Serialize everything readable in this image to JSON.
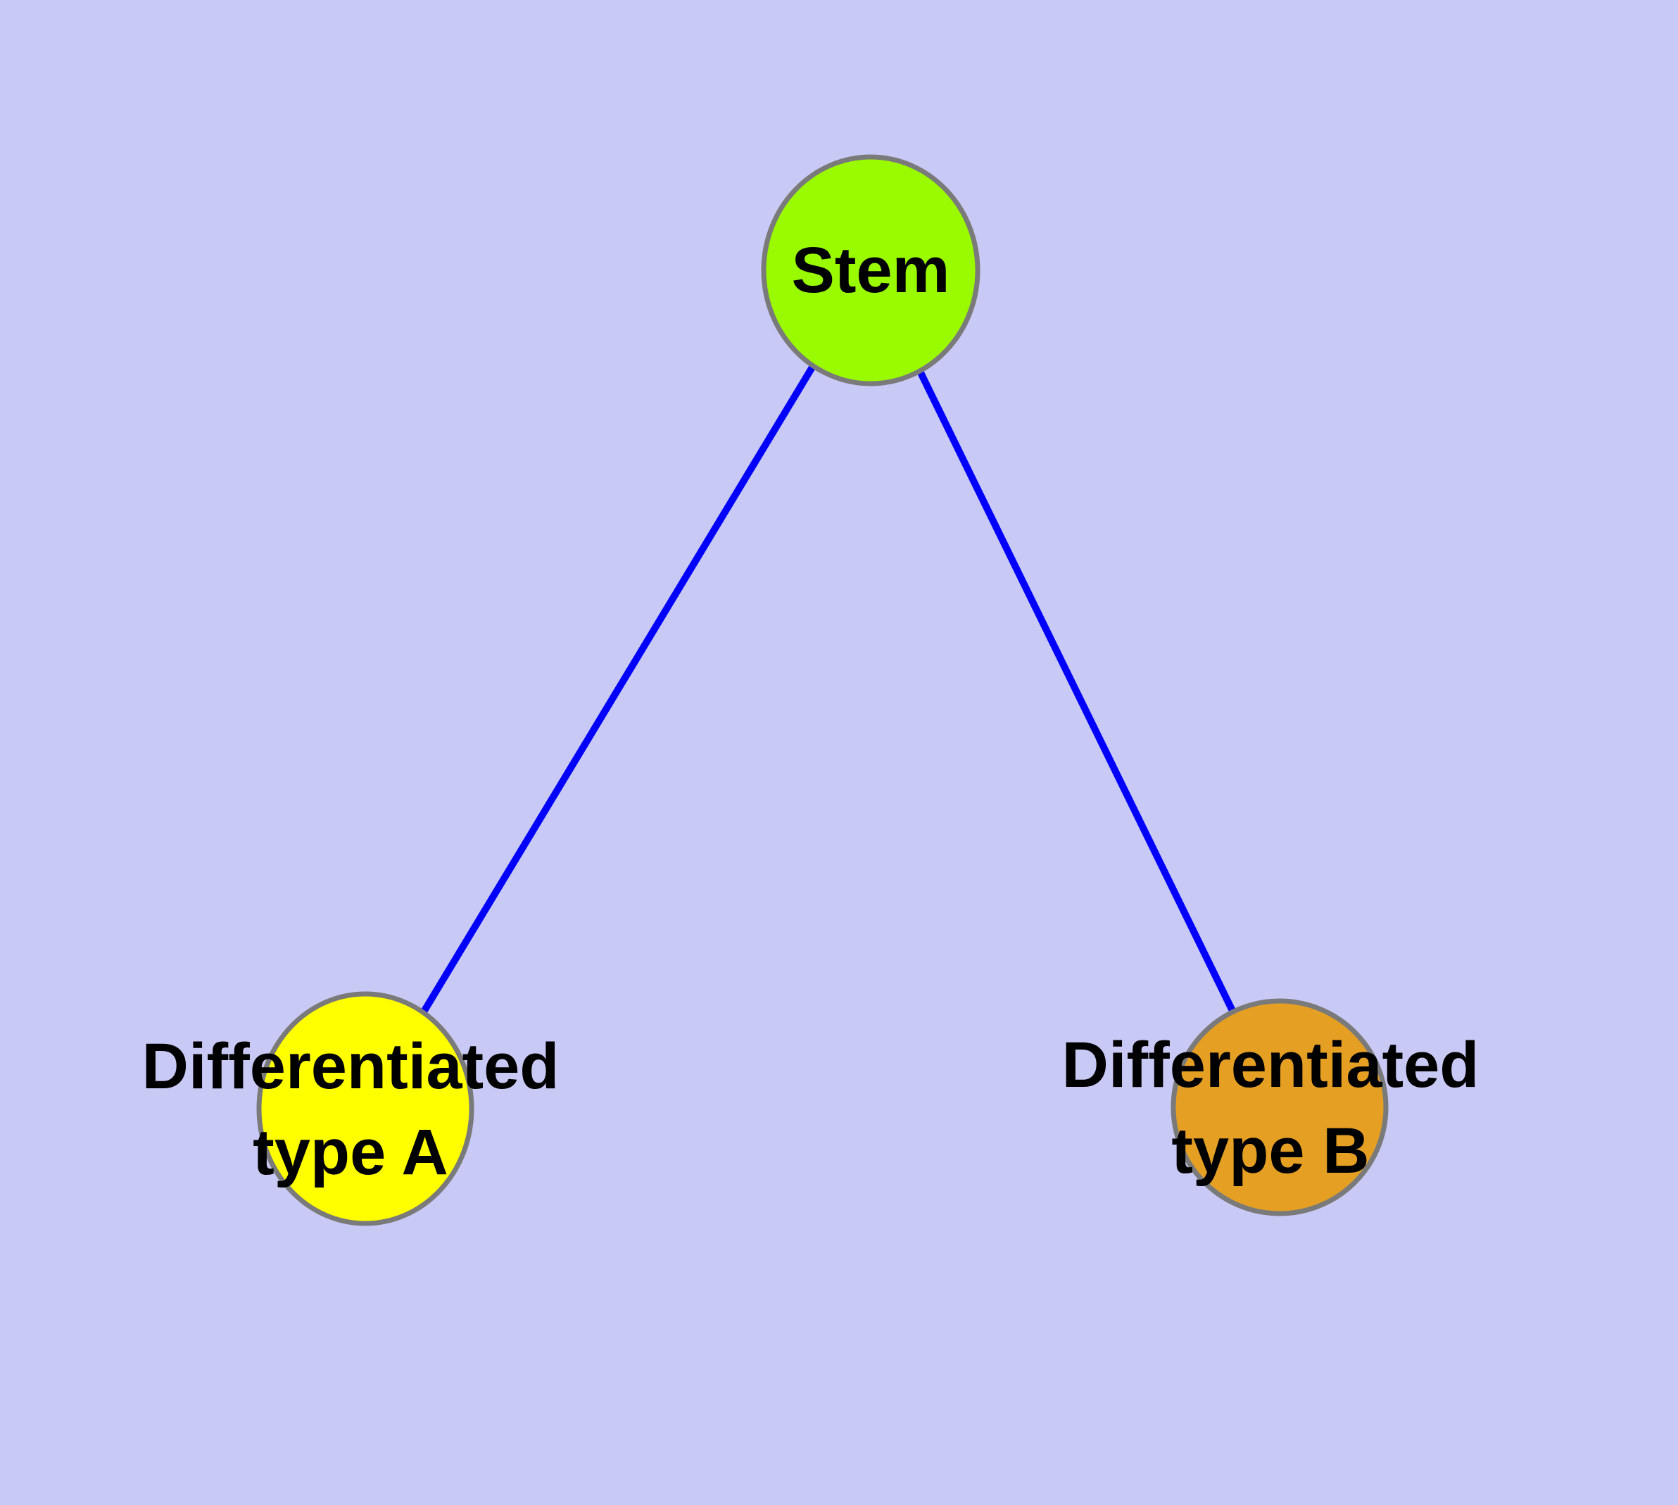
{
  "diagram": {
    "title": "cell-differentiation-graph",
    "colors": {
      "background": "#c9c9f6",
      "edge": "#0000fb",
      "node_border": "#7a7a7a",
      "label_text": "#000000",
      "stem_fill": "#9afa00",
      "type_a_fill": "#ffff00",
      "type_b_fill": "#e5a024"
    },
    "nodes": [
      {
        "id": "stem",
        "label": "Stem",
        "fill": "#9afa00"
      },
      {
        "id": "type-a",
        "label": "Differentiated type A",
        "label_line1": "Differentiated",
        "label_line2": "type A",
        "fill": "#ffff00"
      },
      {
        "id": "type-b",
        "label": "Differentiated type B",
        "label_line1": "Differentiated",
        "label_line2": "type B",
        "fill": "#e5a024"
      }
    ],
    "edges": [
      {
        "from": "Stem",
        "to": "Differentiated type A"
      },
      {
        "from": "Stem",
        "to": "Differentiated type B"
      }
    ]
  }
}
